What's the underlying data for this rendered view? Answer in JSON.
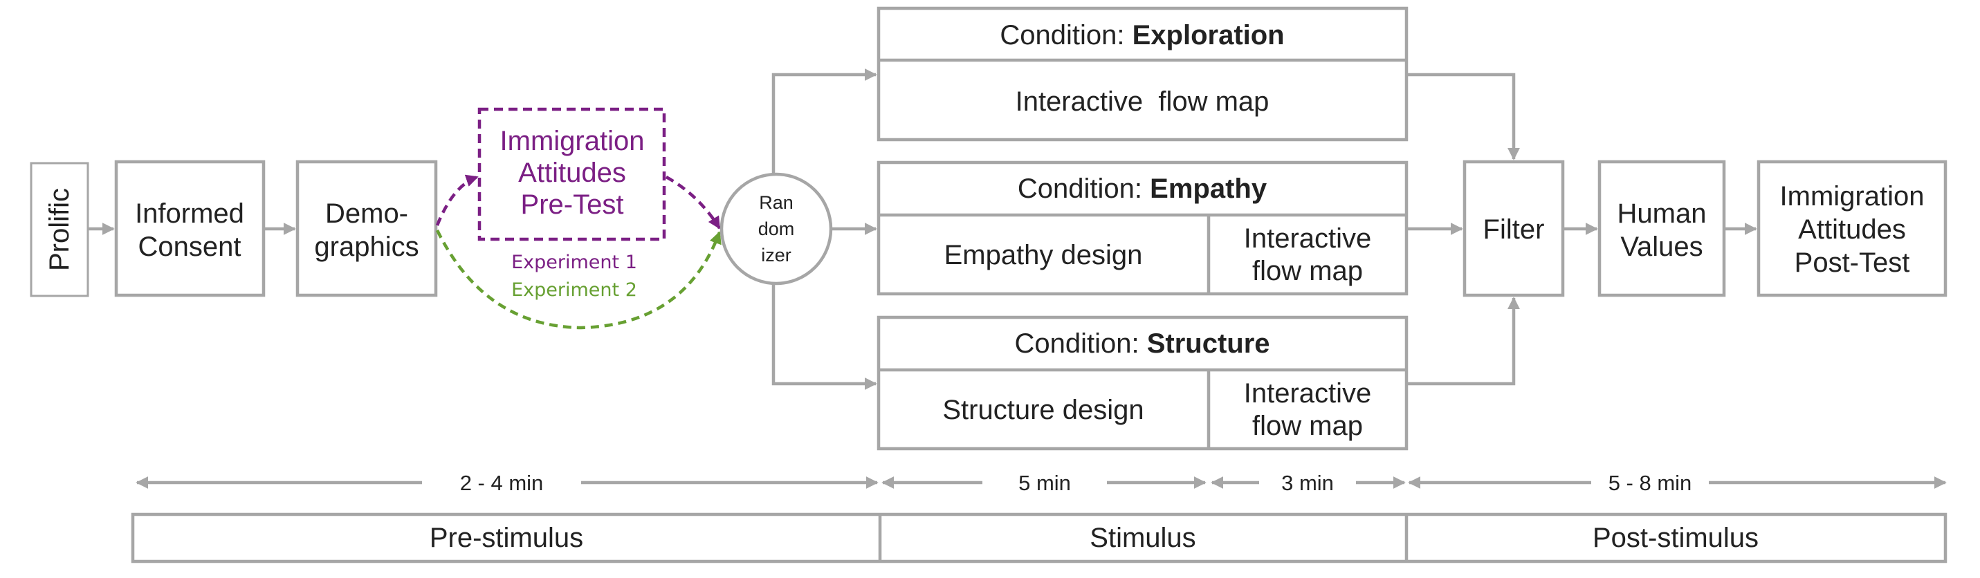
{
  "colors": {
    "stroke": "#a6a6a6",
    "text": "#222222",
    "pretest": "#7b1f84",
    "experiment1": "#7b1f84",
    "experiment2": "#67a032"
  },
  "start": {
    "label": "Prolific"
  },
  "steps": {
    "consent": {
      "line1": "Informed",
      "line2": "Consent"
    },
    "demographics": {
      "line1": "Demo-",
      "line2": "graphics"
    },
    "pretest": {
      "line1": "Immigration",
      "line2": "Attitudes",
      "line3": "Pre-Test"
    },
    "randomizer": {
      "line1": "Ran",
      "line2": "dom",
      "line3": "izer"
    },
    "filter": {
      "label": "Filter"
    },
    "values": {
      "line1": "Human",
      "line2": "Values"
    },
    "posttest": {
      "line1": "Immigration",
      "line2": "Attitudes",
      "line3": "Post-Test"
    }
  },
  "experiments": {
    "exp1": "Experiment 1",
    "exp2": "Experiment 2"
  },
  "conditions": {
    "exploration": {
      "prefix": "Condition: ",
      "name": "Exploration",
      "body": "Interactive  flow map"
    },
    "empathy": {
      "prefix": "Condition: ",
      "name": "Empathy",
      "design": "Empathy design",
      "map_line1": "Interactive",
      "map_line2": "flow map"
    },
    "structure": {
      "prefix": "Condition: ",
      "name": "Structure",
      "design": "Structure design",
      "map_line1": "Interactive",
      "map_line2": "flow map"
    }
  },
  "timeline": {
    "durations": {
      "pre": "2 - 4 min",
      "design": "5 min",
      "map": "3 min",
      "post": "5 - 8 min"
    },
    "phases": {
      "pre": "Pre-stimulus",
      "stimulus": "Stimulus",
      "post": "Post-stimulus"
    }
  }
}
